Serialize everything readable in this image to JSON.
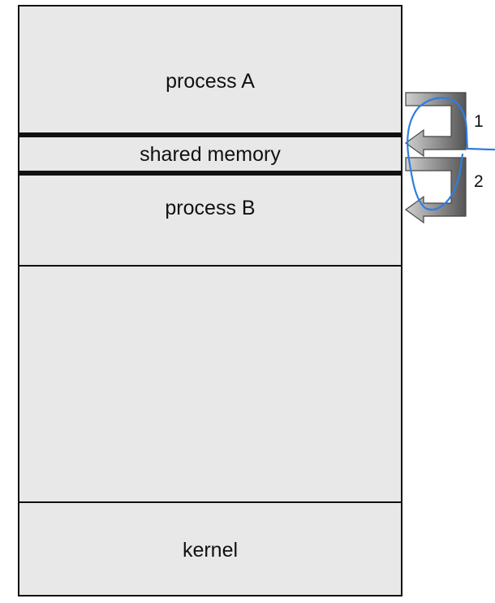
{
  "regions": {
    "process_a": "process A",
    "shared_memory": "shared memory",
    "process_b": "process B",
    "kernel": "kernel"
  },
  "arrows": {
    "first_label": "1",
    "second_label": "2"
  },
  "colors": {
    "region_fill": "#e8e8e8",
    "border": "#111111",
    "arrow_dark": "#5a5a5a",
    "arrow_light": "#c8c8c8",
    "annotation": "#2f7de1"
  }
}
